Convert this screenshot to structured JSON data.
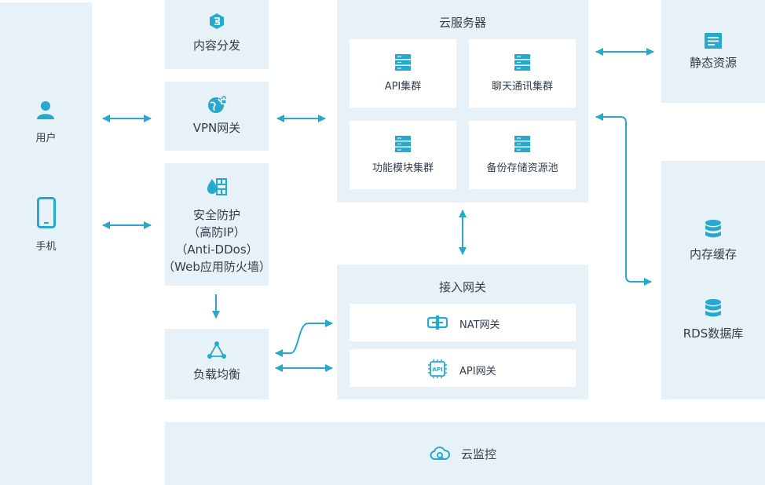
{
  "colors": {
    "panel_bg": "#e6f2f7",
    "accent": "#26a9cc",
    "text": "#333d4b"
  },
  "left_column": {
    "user_label": "用户",
    "phone_label": "手机",
    "user_icon": "user-icon",
    "phone_icon": "phone-icon"
  },
  "middle_column": {
    "cdn_label": "内容分发",
    "vpn_label": "VPN网关",
    "security": {
      "line1": "安全防护",
      "line2": "（高防IP）",
      "line3": "（Anti-DDos）",
      "line4": "（Web应用防火墙）"
    },
    "lb_label": "负载均衡"
  },
  "cloud_server": {
    "title": "云服务器",
    "api_cluster": "API集群",
    "chat_cluster": "聊天通讯集群",
    "module_cluster": "功能模块集群",
    "backup_pool": "备份存储资源池"
  },
  "access_gateway": {
    "title": "接入网关",
    "nat": "NAT网关",
    "api": "API网关"
  },
  "right_column": {
    "static_resources": "静态资源",
    "memory_cache": "内存缓存",
    "rds": "RDS数据库"
  },
  "monitor": {
    "label": "云监控"
  }
}
